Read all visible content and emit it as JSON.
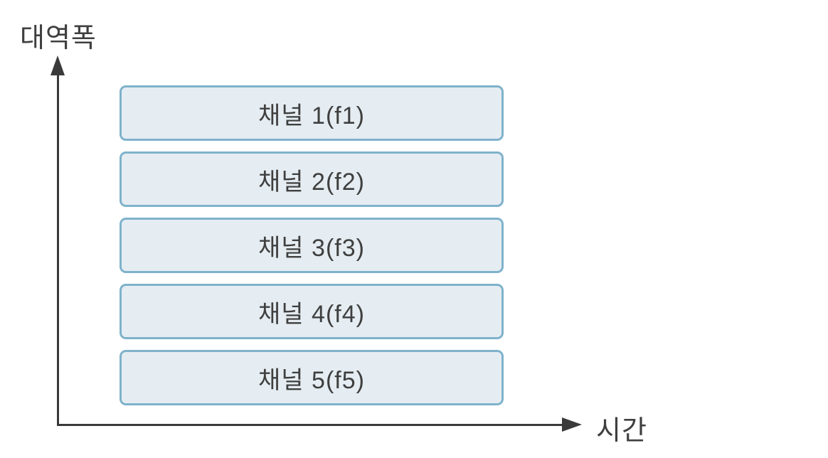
{
  "diagram": {
    "y_axis_label": "대역폭",
    "x_axis_label": "시간",
    "channels": [
      {
        "label": "채널 1(f1)"
      },
      {
        "label": "채널 2(f2)"
      },
      {
        "label": "채널 3(f3)"
      },
      {
        "label": "채널 4(f4)"
      },
      {
        "label": "채널 5(f5)"
      }
    ],
    "colors": {
      "box_fill": "#e5edf2",
      "box_border": "#7fb2cb",
      "axis": "#3a3a3a",
      "text": "#3f3f3f"
    }
  }
}
